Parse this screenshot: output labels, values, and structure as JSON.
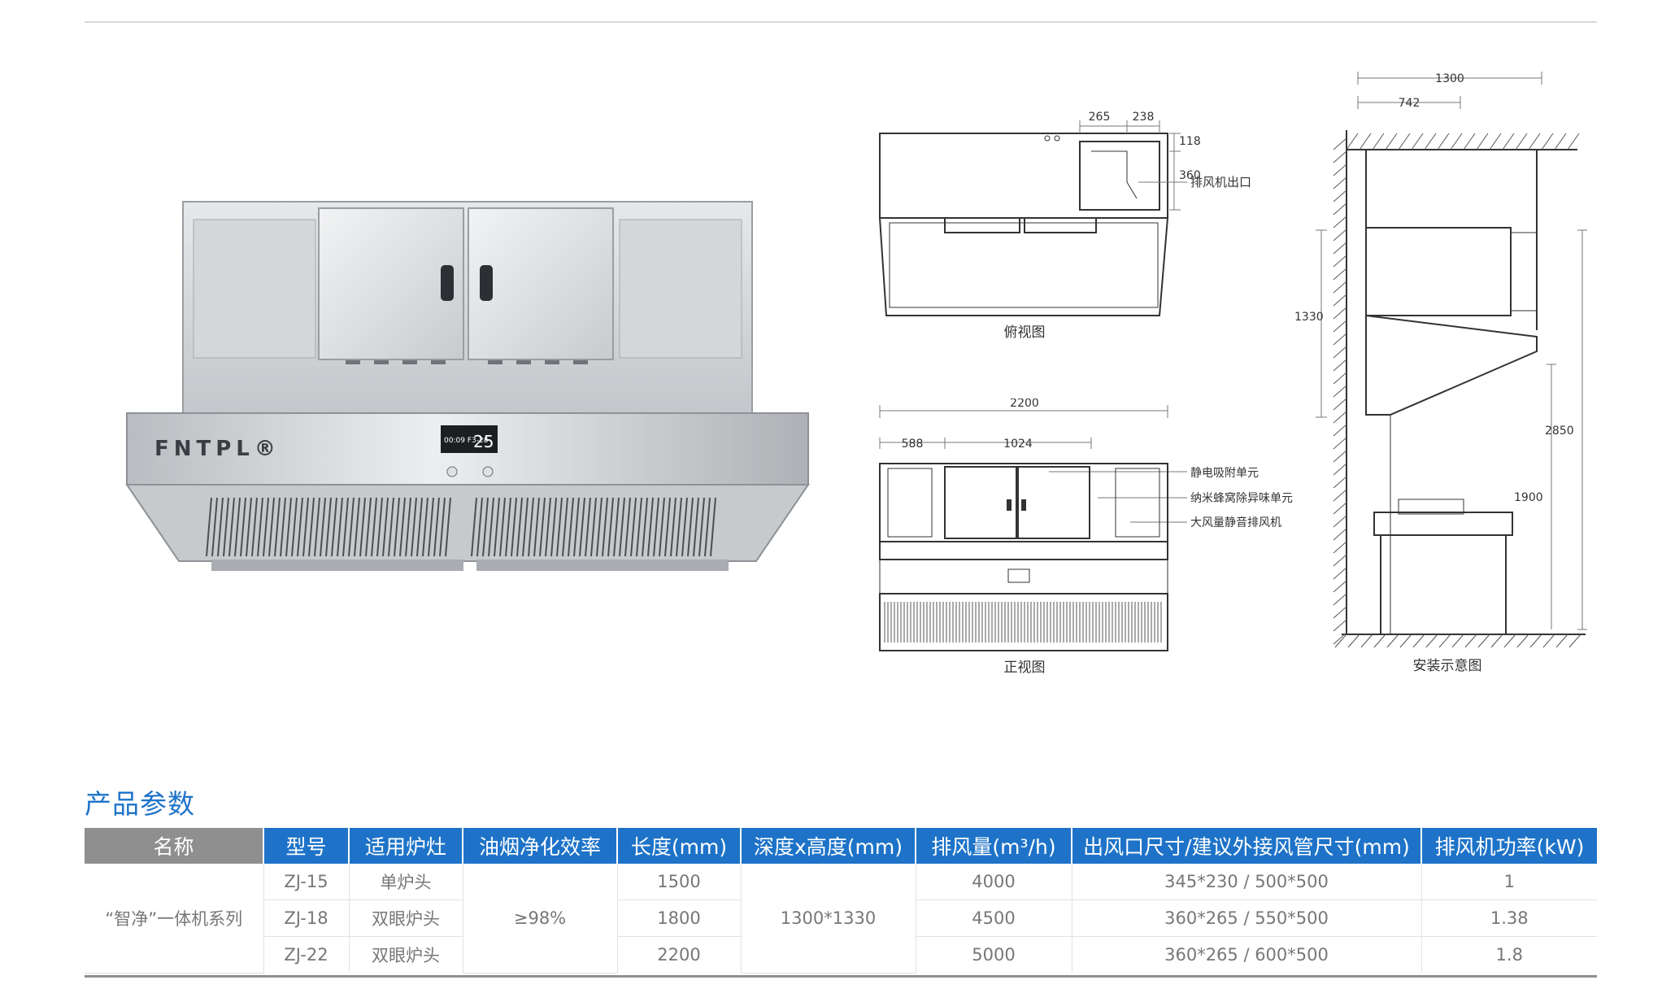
{
  "brand": {
    "logo_text": "FNTPL®"
  },
  "control_panel": {
    "display_left": "00:09 F3-28",
    "display_right": "25"
  },
  "top_view": {
    "caption": "俯视图",
    "dims": {
      "d265": "265",
      "d238": "238",
      "d118": "118",
      "d360": "360"
    },
    "label_outlet": "排风机出口"
  },
  "front_view": {
    "caption": "正视图",
    "dims": {
      "d2200": "2200",
      "d588": "588",
      "d1024": "1024"
    },
    "labels": [
      "静电吸附单元",
      "纳米蜂窝除异味单元",
      "大风量静音排风机"
    ]
  },
  "install_view": {
    "caption": "安装示意图",
    "dims": {
      "d1300": "1300",
      "d742": "742",
      "d1330": "1330",
      "d2850": "2850",
      "d1900": "1900"
    }
  },
  "params": {
    "title": "产品参数",
    "headers": [
      "名称",
      "型号",
      "适用炉灶",
      "油烟净化效率",
      "长度(mm)",
      "深度x高度(mm)",
      "排风量(m³/h)",
      "出风口尺寸/建议外接风管尺寸(mm)",
      "排风机功率(kW)"
    ],
    "series_name": "“智净”一体机系列",
    "efficiency": "≥98%",
    "depth_height": "1300*1330",
    "rows": [
      {
        "model": "ZJ-15",
        "stove": "单炉头",
        "length": "1500",
        "airflow": "4000",
        "outlet": "345*230 / 500*500",
        "power": "1"
      },
      {
        "model": "ZJ-18",
        "stove": "双眼炉头",
        "length": "1800",
        "airflow": "4500",
        "outlet": "360*265 / 550*500",
        "power": "1.38"
      },
      {
        "model": "ZJ-22",
        "stove": "双眼炉头",
        "length": "2200",
        "airflow": "5000",
        "outlet": "360*265 / 600*500",
        "power": "1.8"
      }
    ]
  },
  "colors": {
    "accent_blue": "#1e73c8",
    "header_gray": "#8f8f8f",
    "steel": "#c9ccd0"
  }
}
